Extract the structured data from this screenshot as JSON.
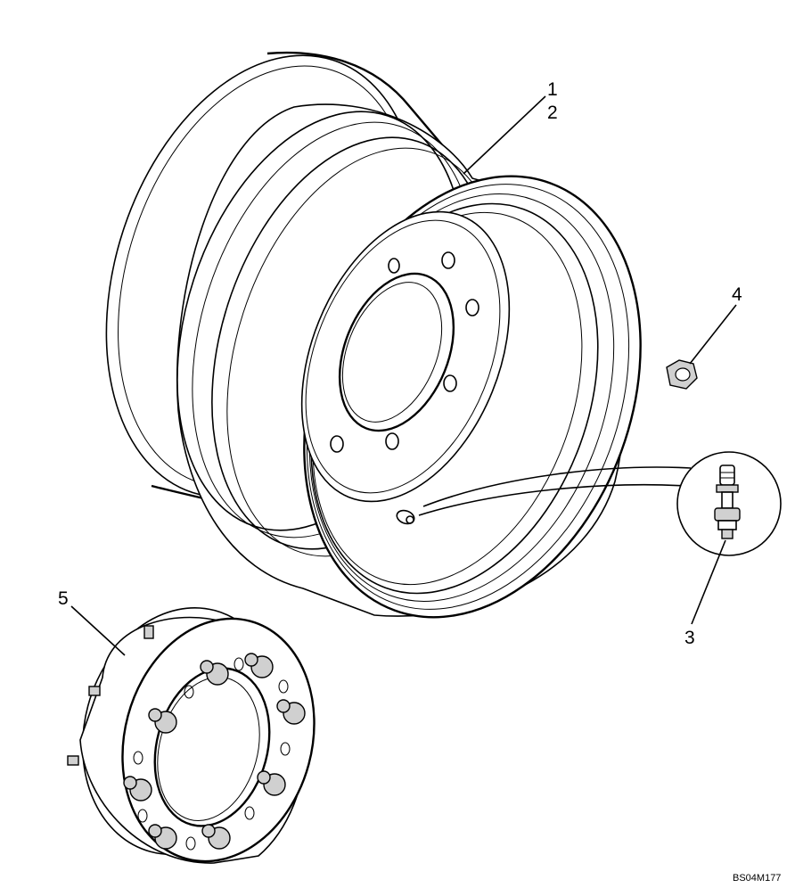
{
  "callouts": [
    {
      "id": "1",
      "text": "1"
    },
    {
      "id": "2",
      "text": "2"
    },
    {
      "id": "3",
      "text": "3"
    },
    {
      "id": "4",
      "text": "4"
    },
    {
      "id": "5",
      "text": "5"
    }
  ],
  "drawing_code": "BS04M177",
  "parts": [
    {
      "callout": "1",
      "icon": "wheel-rim-icon"
    },
    {
      "callout": "2",
      "icon": "wheel-rim-icon"
    },
    {
      "callout": "3",
      "icon": "valve-stem-icon"
    },
    {
      "callout": "4",
      "icon": "lug-nut-icon"
    },
    {
      "callout": "5",
      "icon": "wheel-spacer-icon"
    }
  ]
}
